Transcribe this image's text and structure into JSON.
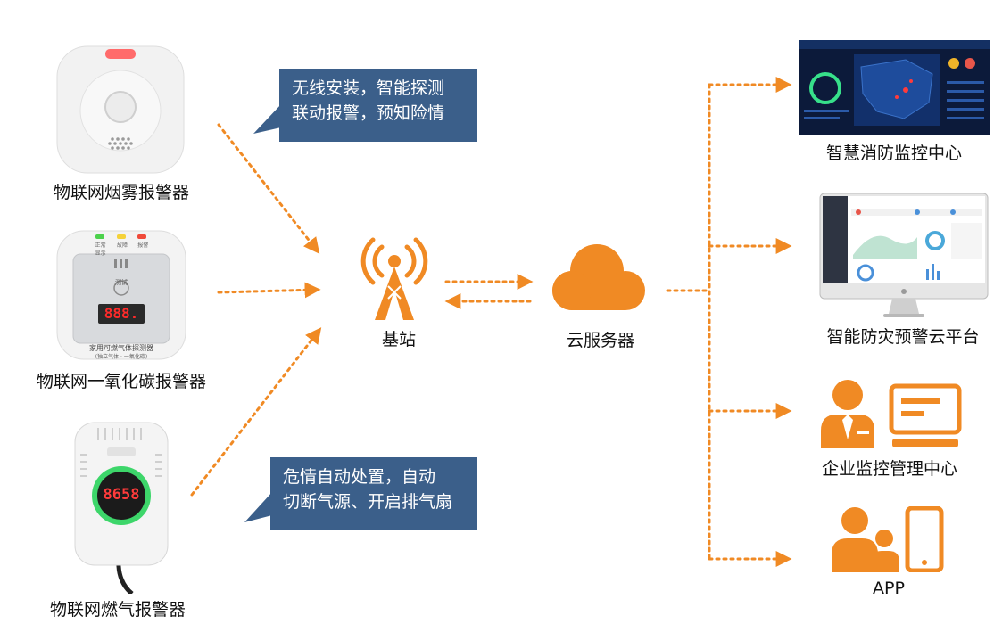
{
  "devices": {
    "smoke": "物联网烟雾报警器",
    "co": "物联网一氧化碳报警器",
    "gas": "物联网燃气报警器"
  },
  "co_device": {
    "indicators": [
      "正常 显示",
      "故障",
      "报警"
    ],
    "test_label": "测试",
    "display": "888.",
    "caption": "家用可燃气体探测器",
    "subcaption": "(独立气体 · 一氧化碳)"
  },
  "gas_device": {
    "display": "8658"
  },
  "callouts": {
    "top": [
      "无线安装，智能探测",
      "联动报警，预知险情"
    ],
    "bottom": [
      "危情自动处置，自动",
      "切断气源、开启排气扇"
    ]
  },
  "nodes": {
    "tower": "基站",
    "cloud": "云服务器"
  },
  "outputs": [
    "智慧消防监控中心",
    "智能防灾预警云平台",
    "企业监控管理中心",
    "APP"
  ],
  "colors": {
    "accent": "#f08a24",
    "callout_bg": "#3b5f8a"
  },
  "icons": [
    "tower-icon",
    "cloud-icon",
    "monitor-icon",
    "user-icon",
    "phone-icon"
  ]
}
